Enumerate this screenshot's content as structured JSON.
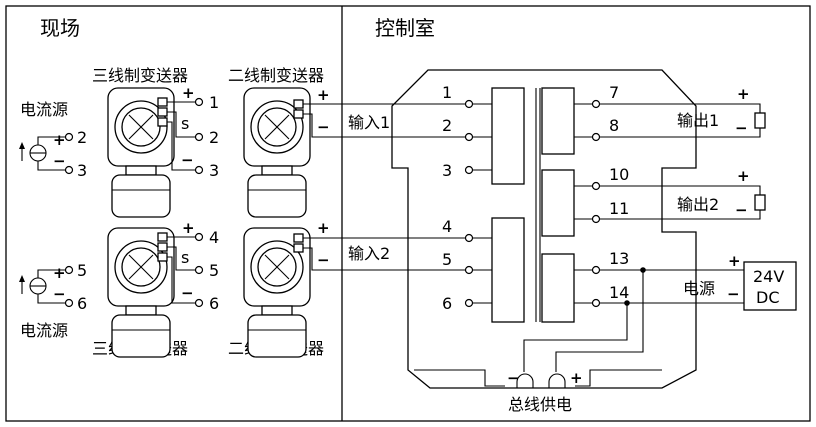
{
  "sections": {
    "field": "现场",
    "control_room": "控制室"
  },
  "transmitters": {
    "three_wire_top": "三线制变送器",
    "two_wire_top": "二线制变送器",
    "three_wire_bottom": "三线制变送器",
    "two_wire_bottom": "二线制变送器"
  },
  "current_source": {
    "top": "电流源",
    "bottom": "电流源"
  },
  "field_terminals": {
    "top": [
      "1",
      "2",
      "3"
    ],
    "bottom": [
      "4",
      "5",
      "6"
    ],
    "cs_top": [
      "2",
      "3"
    ],
    "cs_bottom": [
      "5",
      "6"
    ],
    "signal_label": "s"
  },
  "polarity": {
    "plus": "+",
    "minus": "−"
  },
  "inputs": {
    "input1": "输入1",
    "input2": "输入2"
  },
  "outputs": {
    "output1": "输出1",
    "output2": "输出2",
    "power": "电源"
  },
  "isolator_terminals": {
    "left": [
      "1",
      "2",
      "3",
      "4",
      "5",
      "6"
    ],
    "right": [
      "7",
      "8",
      "10",
      "11",
      "13",
      "14"
    ]
  },
  "power_supply": {
    "line1": "24V",
    "line2": "DC"
  },
  "bus_power": "总线供电"
}
